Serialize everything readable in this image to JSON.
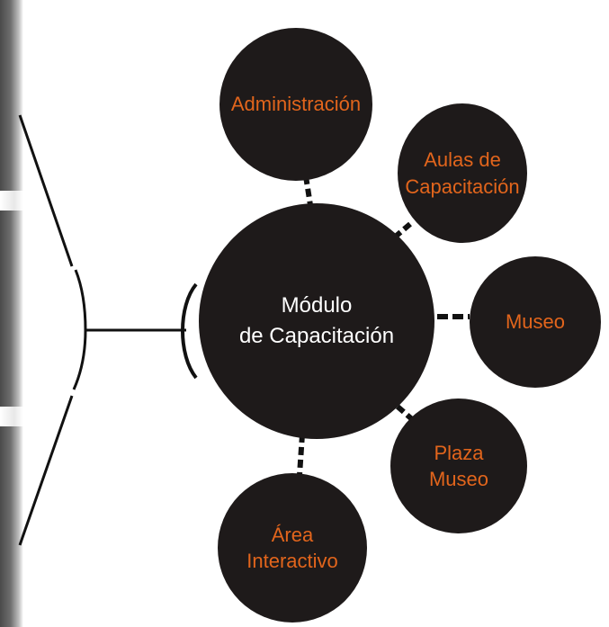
{
  "diagram": {
    "center": {
      "label": "Módulo\nde Capacitación"
    },
    "nodes": [
      {
        "id": "administracion",
        "label": "Administración"
      },
      {
        "id": "aulas",
        "label": "Aulas de\nCapacitación"
      },
      {
        "id": "museo",
        "label": "Museo"
      },
      {
        "id": "plaza",
        "label": "Plaza\nMuseo"
      },
      {
        "id": "area",
        "label": "Área\nInteractivo"
      }
    ],
    "colors": {
      "node_fill": "#1e1a1a",
      "center_text": "#ffffff",
      "node_text": "#e2651c",
      "connector": "#111111"
    }
  }
}
